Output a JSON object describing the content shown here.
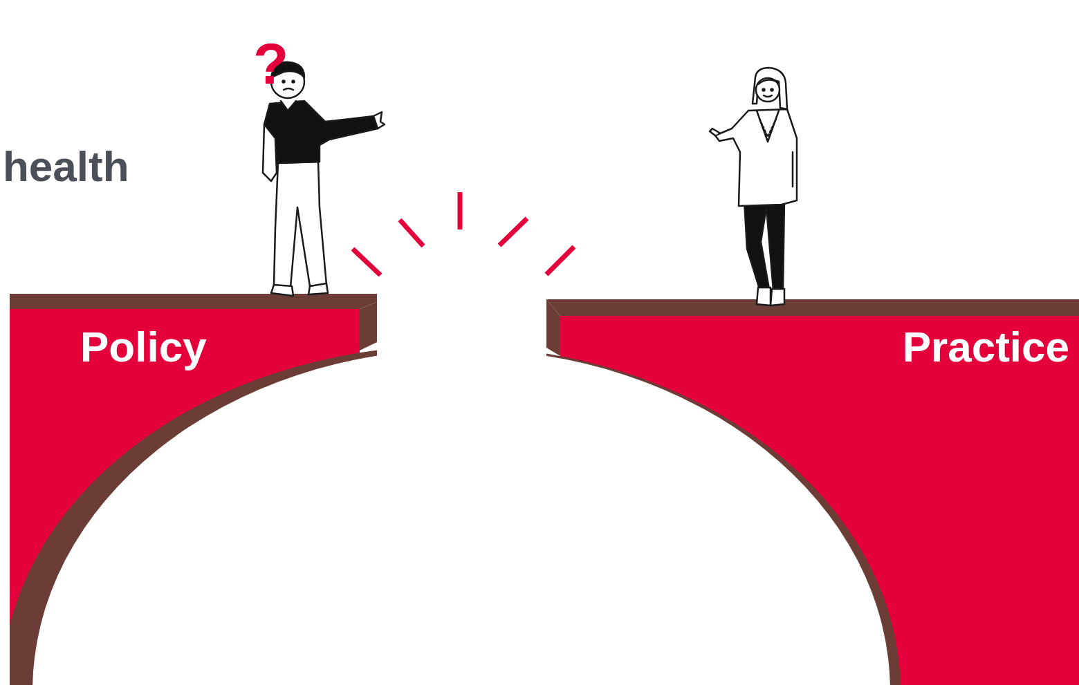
{
  "diagram": {
    "nodes": [
      {
        "text": [
          "Policy"
        ]
      },
      {
        "text": [
          "Practice"
        ]
      }
    ],
    "labels": [
      "health",
      "?"
    ]
  }
}
